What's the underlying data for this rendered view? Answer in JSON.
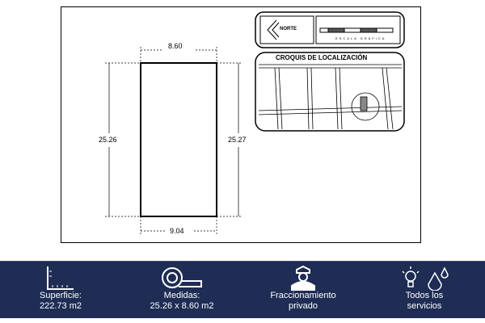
{
  "plan": {
    "top_dimension": "8.60",
    "bottom_dimension": "9.04",
    "left_dimension": "25.26",
    "right_dimension": "25.27",
    "north_label": "NORTE",
    "scale_label": "ESCALA GRÁFICA",
    "map_title": "CROQUIS DE LOCALIZACIÓN"
  },
  "features": [
    {
      "icon": "ruler-square-icon",
      "line1": "Superficie:",
      "line2": "222.73 m2"
    },
    {
      "icon": "tape-measure-icon",
      "line1": "Medidas:",
      "line2": "25.26 x 8.60 m2"
    },
    {
      "icon": "security-guard-icon",
      "line1": "Fraccionamiento",
      "line2": "privado"
    },
    {
      "icon": "utilities-icon",
      "line1": "Todos los",
      "line2": "servicios"
    }
  ],
  "colors": {
    "banner": "#1f2d55",
    "text": "#ffffff"
  }
}
